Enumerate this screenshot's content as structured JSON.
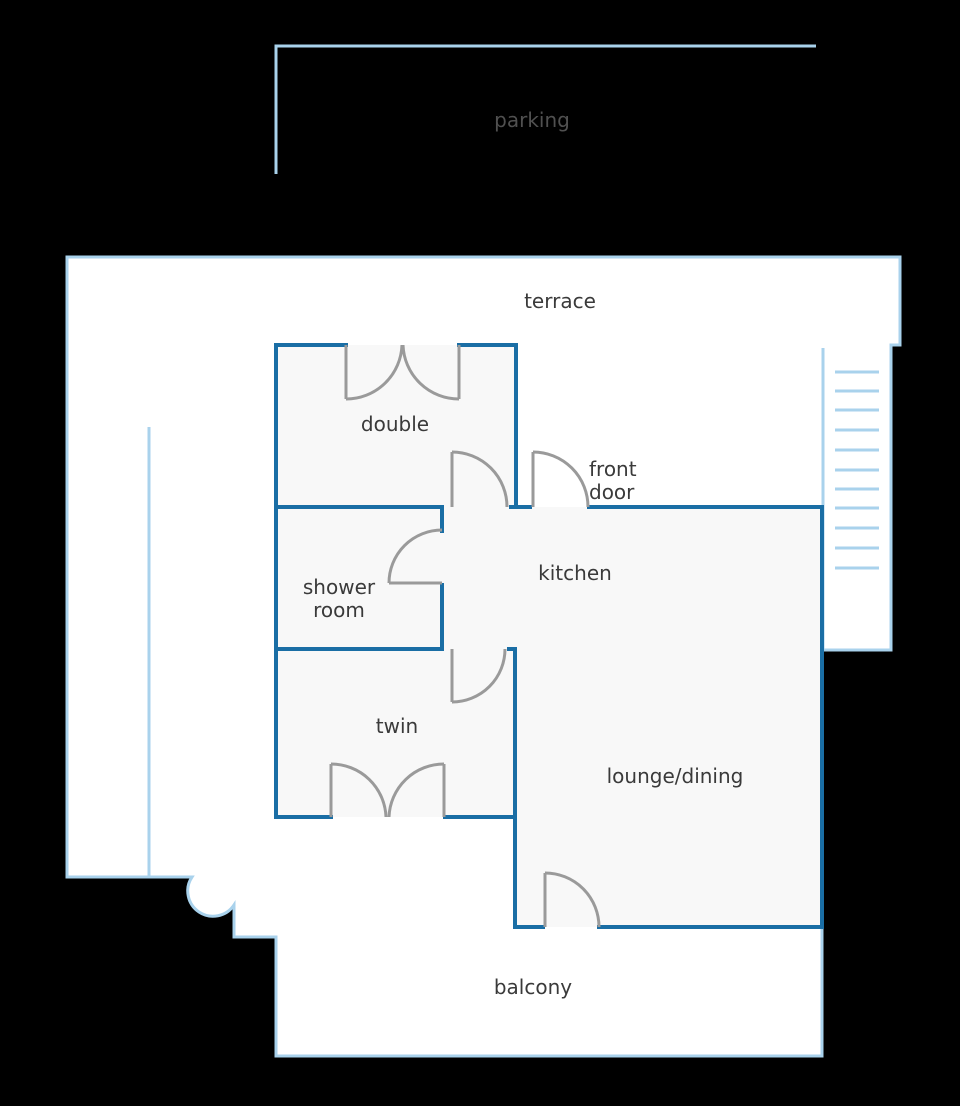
{
  "colors": {
    "background": "#000000",
    "outdoor_fill": "#ffffff",
    "outdoor_outline": "#a9d2ec",
    "interior_fill": "#f8f8f8",
    "wall": "#1a6ea5",
    "door": "#9a9a9a",
    "label": "#3a3a3a",
    "label_dim": "#505050"
  },
  "labels": {
    "parking": "parking",
    "terrace": "terrace",
    "double": "double",
    "front_door_1": "front",
    "front_door_2": "door",
    "kitchen": "kitchen",
    "shower_room_1": "shower",
    "shower_room_2": "room",
    "twin": "twin",
    "lounge_dining": "lounge/dining",
    "balcony": "balcony"
  }
}
